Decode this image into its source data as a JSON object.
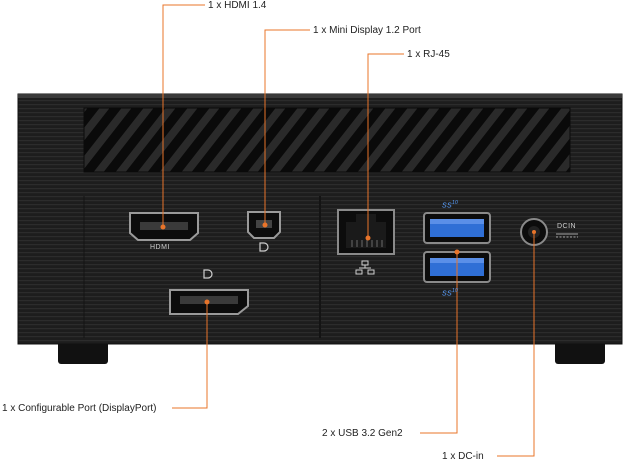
{
  "callouts": {
    "hdmi": "1 x HDMI 1.4",
    "mini_dp": "1 x Mini Display 1.2 Port",
    "rj45": "1 x RJ-45",
    "configurable": "1 x Configurable Port (DisplayPort)",
    "usb": "2 x USB 3.2 Gen2",
    "dcin": "1 x DC-in"
  },
  "port_labels": {
    "hdmi": "HDMI",
    "dcin": "DCIN",
    "usb_top": "SS",
    "usb_top_gen": "10",
    "usb_bottom": "SS",
    "usb_bottom_gen": "10"
  },
  "colors": {
    "callout_line": "#e8742a",
    "chassis": "#1e1e1e",
    "usb_blue": "#2f6fd6"
  }
}
